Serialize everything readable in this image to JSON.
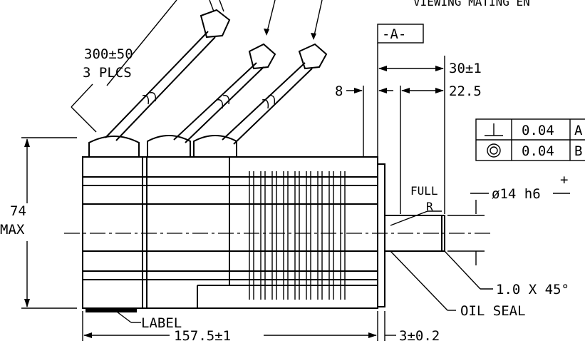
{
  "title_partial": "VIEWING MATING EN",
  "cable_length": "300±50",
  "cable_qty": "3 PLCS",
  "datum_a": "-A-",
  "dim_30": "30±1",
  "dim_8": "8",
  "dim_22_5": "22.5",
  "tol_row1": {
    "symbol": "⊥",
    "value": "0.04",
    "datum": "A"
  },
  "tol_row2": {
    "symbol": "◎",
    "value": "0.04",
    "datum": "B"
  },
  "plus_sign": "+",
  "shaft_dia": "ø14 h6",
  "full_r_1": "FULL",
  "full_r_2": "R",
  "height_1": "74",
  "height_2": "MAX",
  "chamfer": "1.0 X 45°",
  "oil_seal": "OIL SEAL",
  "label": "LABEL",
  "length": "157.5±1",
  "flange": "3±0.2"
}
